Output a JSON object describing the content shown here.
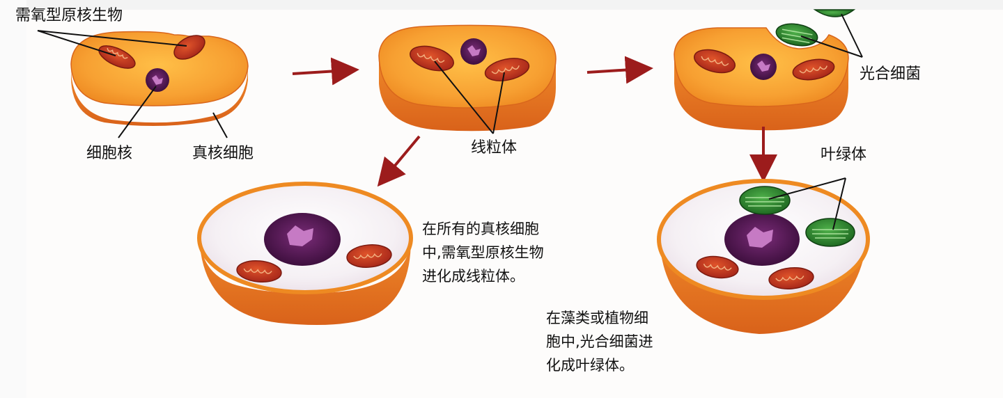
{
  "labels": {
    "aerobic_prokaryote": "需氧型原核生物",
    "nucleus": "细胞核",
    "eukaryotic_cell": "真核细胞",
    "mitochondria": "线粒体",
    "photosynthetic_bacteria": "光合细菌",
    "chloroplast": "叶绿体"
  },
  "paragraphs": {
    "mito_text": [
      "在所有的真核细胞",
      "中,需氧型原核生物",
      "进化成线粒体。"
    ],
    "chloro_text": [
      "在藻类或植物细",
      "胞中,光合细菌进",
      "化成叶绿体。"
    ]
  },
  "colors": {
    "cell_orange": "#f39a2c",
    "cell_dark": "#d9661c",
    "mitochondria_red": "#c0391e",
    "nucleus_purple": "#5a1b5a",
    "chloroplast_green": "#2f8a2f",
    "arrow_red": "#9c1c1c"
  }
}
